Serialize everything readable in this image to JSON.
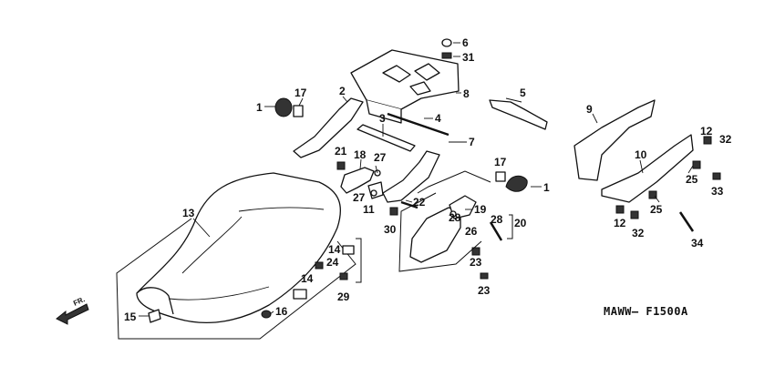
{
  "diagram": {
    "code": "MAWW– F1500A",
    "direction_label": "FR.",
    "callouts": [
      "1",
      "2",
      "3",
      "4",
      "5",
      "6",
      "31",
      "8",
      "17",
      "7",
      "9",
      "10",
      "12",
      "32",
      "33",
      "25",
      "34",
      "13",
      "18",
      "21",
      "27",
      "27",
      "11",
      "22",
      "30",
      "17",
      "1",
      "19",
      "28",
      "26",
      "20",
      "28",
      "14",
      "24",
      "14",
      "29",
      "23",
      "23",
      "15",
      "16",
      "12",
      "32",
      "25"
    ]
  }
}
